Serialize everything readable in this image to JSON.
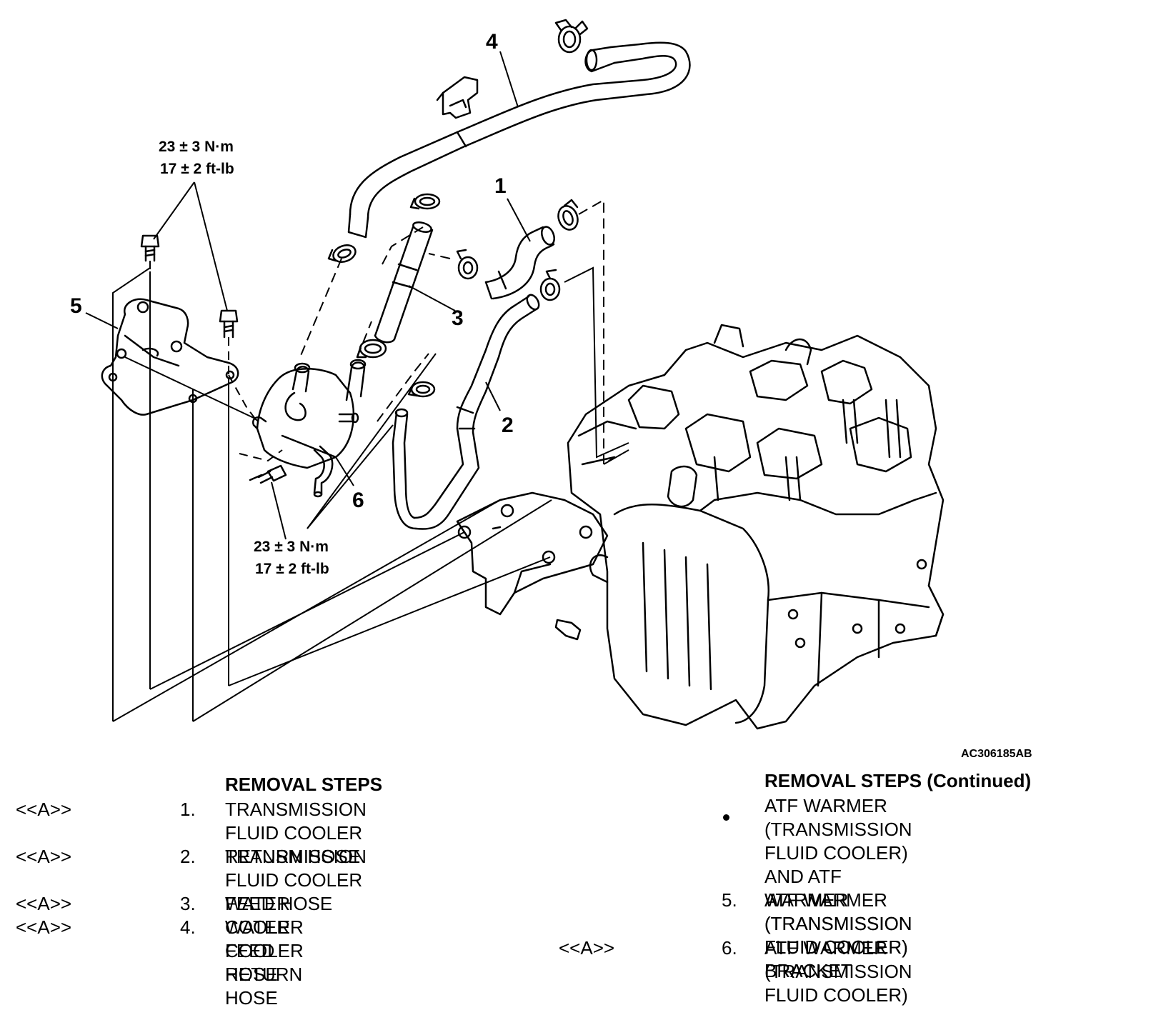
{
  "diagram": {
    "callouts": [
      "1",
      "2",
      "3",
      "4",
      "5",
      "6"
    ],
    "torque_upper": {
      "metric": "23 ± 3 N·m",
      "imperial": "17 ± 2 ft-lb"
    },
    "torque_lower": {
      "metric": "23 ± 3 N·m",
      "imperial": "17 ± 2 ft-lb"
    },
    "figure_id": "AC306185AB"
  },
  "steps_left": {
    "heading": "REMOVAL STEPS",
    "items": [
      {
        "ref": "<<A>>",
        "num": "1.",
        "text": "TRANSMISSION FLUID COOLER\nRETURN HOSE"
      },
      {
        "ref": "<<A>>",
        "num": "2.",
        "text": "TRANSMISSION FLUID COOLER\nFEED HOSE"
      },
      {
        "ref": "<<A>>",
        "num": "3.",
        "text": "WATER COOLER FEED HOSE"
      },
      {
        "ref": "<<A>>",
        "num": "4.",
        "text": "WATER COOLER RETURN HOSE"
      }
    ]
  },
  "steps_right": {
    "heading": "REMOVAL STEPS (Continued)",
    "items": [
      {
        "ref": "",
        "num": "",
        "bullet": true,
        "text": "ATF WARMER (TRANSMISSION\nFLUID COOLER) AND ATF\nWARMER (TRANSMISSION\nFLUID COOLER) BRACKET"
      },
      {
        "ref": "",
        "num": "5.",
        "text": "ATF WARMER (TRANSMISSION\nFLUID COOLER) BRACKET"
      },
      {
        "ref": "<<A>>",
        "num": "6.",
        "text": "ATF WARMER (TRANSMISSION\nFLUID COOLER)"
      }
    ]
  }
}
